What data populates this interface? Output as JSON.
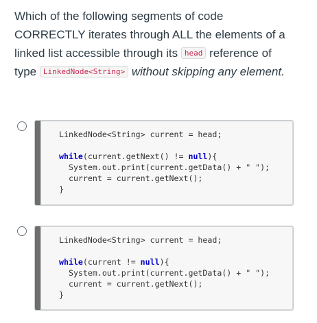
{
  "question": {
    "line1": "Which of the following segments of code",
    "line2": "CORRECTLY iterates through ALL the elements of a",
    "line3_before": "linked list accessible through its ",
    "line3_code": "head",
    "line3_after": " reference of",
    "line4_before": "type ",
    "line4_code": "LinkedNode<String>",
    "line4_space": " ",
    "line4_emph": "without skipping any element."
  },
  "options": [
    {
      "line1": "LinkedNode<String> current = head;",
      "line2_kw": "while",
      "line2_mid": "(current.getNext() != ",
      "line2_kw2": "null",
      "line2_end": "){",
      "line3": "  System.out.print(current.getData() + \" \");",
      "line4": "  current = current.getNext();",
      "line5": "}"
    },
    {
      "line1": "LinkedNode<String> current = head;",
      "line2_kw": "while",
      "line2_mid": "(current != ",
      "line2_kw2": "null",
      "line2_end": "){",
      "line3": "  System.out.print(current.getData() + \" \");",
      "line4": "  current = current.getNext();",
      "line5": "}"
    }
  ]
}
